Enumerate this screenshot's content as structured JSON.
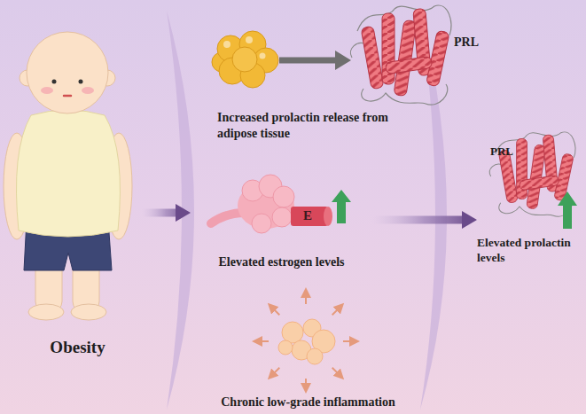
{
  "diagram": {
    "nodes": [
      {
        "text": [
          "Obesity"
        ]
      },
      {
        "text": [
          "Increased prolactin release from adipose tissue"
        ]
      },
      {
        "text": [
          "Elevated estrogen levels"
        ]
      },
      {
        "text": [
          "Chronic low-grade inflammation"
        ]
      },
      {
        "text": [
          "Elevated prolactin levels"
        ]
      }
    ],
    "edges": [
      {
        "from": 0,
        "to": 2,
        "arrow": "to"
      },
      {
        "from": 2,
        "to": 4,
        "arrow": "to"
      }
    ],
    "labels": [
      "PRL",
      "E",
      "PRL"
    ]
  }
}
